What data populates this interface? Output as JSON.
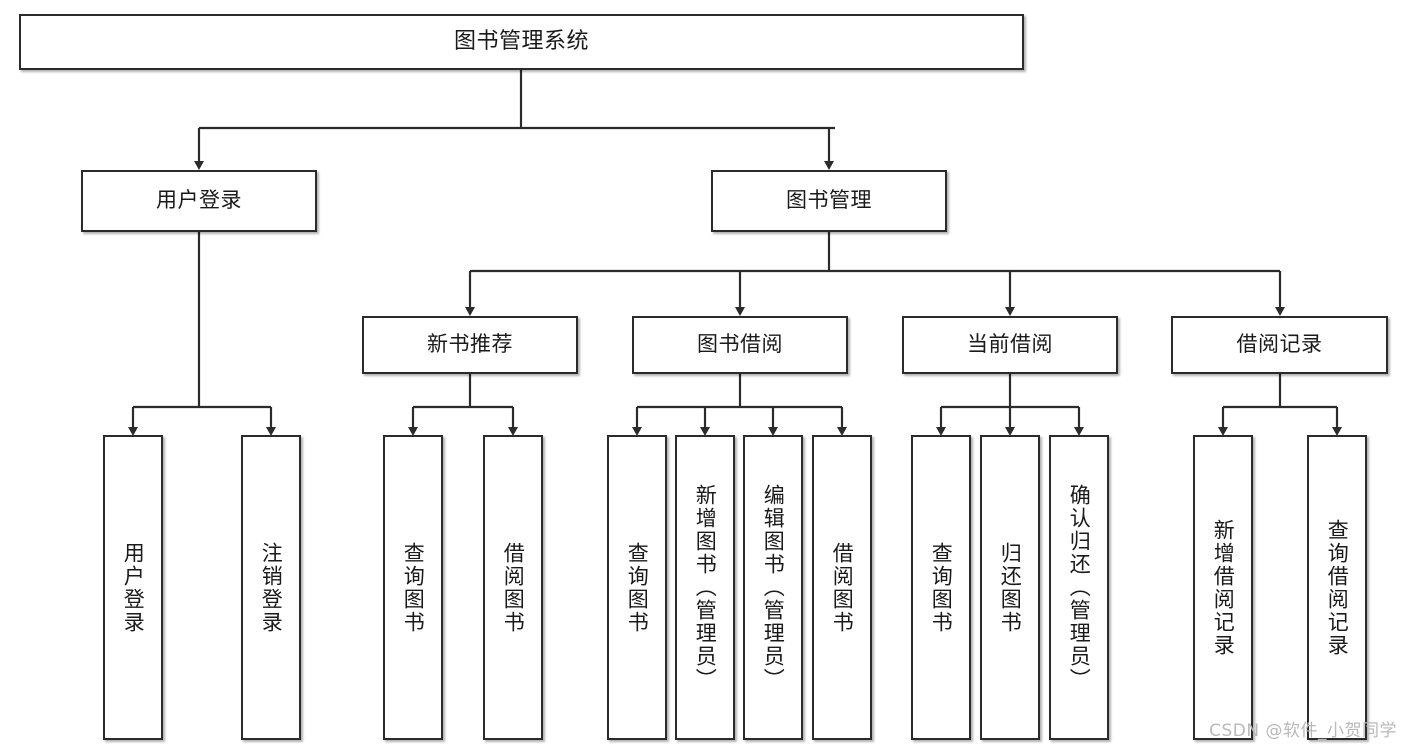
{
  "diagram": {
    "title": "图书管理系统",
    "type": "tree-hierarchy",
    "colors": {
      "background": "#ffffff",
      "box_border": "#2b2b2b",
      "box_fill": "#ffffff",
      "edge": "#1a1a1a",
      "text": "#1a1a1a",
      "watermark": "#b9b9b9"
    },
    "levels": {
      "root": {
        "label": "图书管理系统"
      },
      "level2": [
        {
          "label": "用户登录"
        },
        {
          "label": "图书管理"
        }
      ],
      "level3": [
        {
          "label": "新书推荐"
        },
        {
          "label": "图书借阅"
        },
        {
          "label": "当前借阅"
        },
        {
          "label": "借阅记录"
        }
      ],
      "leaves": [
        {
          "label": "用户登录",
          "parent": "用户登录"
        },
        {
          "label": "注销登录",
          "parent": "用户登录"
        },
        {
          "label": "查询图书",
          "parent": "新书推荐"
        },
        {
          "label": "借阅图书",
          "parent": "新书推荐"
        },
        {
          "label": "查询图书",
          "parent": "图书借阅"
        },
        {
          "label": "新增图书（管理员）",
          "parent": "图书借阅"
        },
        {
          "label": "编辑图书（管理员）",
          "parent": "图书借阅"
        },
        {
          "label": "借阅图书",
          "parent": "图书借阅"
        },
        {
          "label": "查询图书",
          "parent": "当前借阅"
        },
        {
          "label": "归还图书",
          "parent": "当前借阅"
        },
        {
          "label": "确认归还（管理员）",
          "parent": "当前借阅"
        },
        {
          "label": "新增借阅记录",
          "parent": "借阅记录"
        },
        {
          "label": "查询借阅记录",
          "parent": "借阅记录"
        }
      ]
    },
    "watermark": "CSDN @软件_小贺同学"
  }
}
